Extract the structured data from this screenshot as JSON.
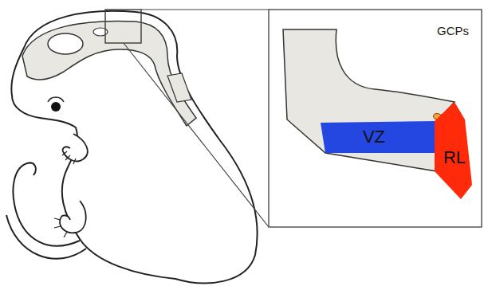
{
  "diagram": {
    "nodes": [
      {
        "text": [
          "VZ"
        ]
      },
      {
        "text": [
          "RL"
        ]
      }
    ],
    "labels": [
      "GCPs"
    ]
  }
}
